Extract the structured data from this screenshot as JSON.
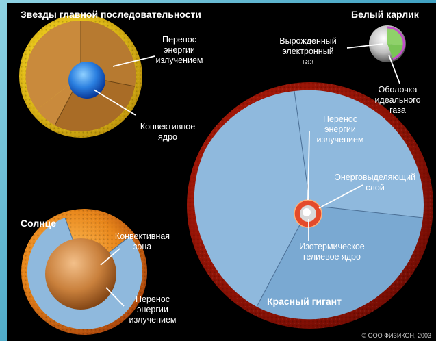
{
  "titles": {
    "main_sequence": "Звезды главной последовательности",
    "white_dwarf": "Белый карлик",
    "sun": "Солнце",
    "red_giant": "Красный гигант"
  },
  "labels": {
    "ms_radiative": [
      "Перенос",
      "энергии",
      "излучением"
    ],
    "ms_convective": [
      "Конвективное",
      "ядро"
    ],
    "wd_degenerate": [
      "Вырожденный",
      "электронный",
      "газ"
    ],
    "wd_shell": [
      "Оболочка",
      "идеального",
      "газа"
    ],
    "rg_radiative": [
      "Перенос",
      "энергии",
      "излучением"
    ],
    "rg_energy_layer": [
      "Энерговыделяющий",
      "слой"
    ],
    "rg_core": [
      "Изотермическое",
      "гелиевое ядро"
    ],
    "sun_convective": [
      "Конвективная",
      "зона"
    ],
    "sun_radiative": [
      "Перенос",
      "энергии",
      "излучением"
    ]
  },
  "copyright": "© ООО ФИЗИКОН, 2003",
  "colors": {
    "red_giant_surface": "#b11a08",
    "envelope_blue": "#8fb9dd",
    "main_sequence_surface": "#e8c51a",
    "main_sequence_interior": "#c98a3c",
    "core_blue": "#2a7fe0",
    "sun_surface": "#e8861a",
    "white_dwarf_green": "#8fd16a",
    "white_dwarf_shell": "#c24fc9"
  }
}
